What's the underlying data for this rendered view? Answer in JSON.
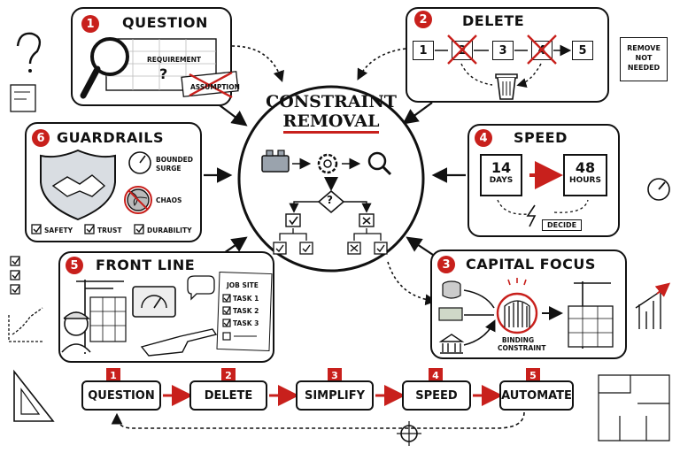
{
  "center": {
    "line1": "Constraint",
    "line2": "Removal"
  },
  "panels": {
    "question": {
      "num": "1",
      "title": "Question",
      "requirement": "Requirement",
      "qmark": "?",
      "assumption": "Assumption"
    },
    "delete": {
      "num": "2",
      "title": "Delete",
      "steps": [
        "1",
        "2",
        "3",
        "4",
        "5"
      ],
      "note": [
        "Remove",
        "not",
        "needed"
      ]
    },
    "guardrails": {
      "num": "6",
      "title": "Guardrails",
      "bounded": [
        "Bounded",
        "surge"
      ],
      "chaos": "Chaos",
      "checks": [
        "Safety",
        "Trust",
        "Durability"
      ]
    },
    "speed": {
      "num": "4",
      "title": "Speed",
      "from_value": "14",
      "from_unit": "Days",
      "to_value": "48",
      "to_unit": "Hours",
      "decide": "Decide"
    },
    "frontline": {
      "num": "5",
      "title": "Front Line",
      "jobsite": "Job Site",
      "tasks": [
        "Task 1",
        "Task 2",
        "Task 3"
      ]
    },
    "capital": {
      "num": "3",
      "title": "Capital Focus",
      "binding": [
        "Binding",
        "constraint"
      ]
    }
  },
  "decision_marks": {
    "qmark": "?"
  },
  "flow": [
    {
      "num": "1",
      "label": "Question"
    },
    {
      "num": "2",
      "label": "Delete"
    },
    {
      "num": "3",
      "label": "Simplify"
    },
    {
      "num": "4",
      "label": "Speed"
    },
    {
      "num": "5",
      "label": "Automate"
    }
  ],
  "colors": {
    "accent": "#c8201c",
    "ink": "#111111"
  }
}
